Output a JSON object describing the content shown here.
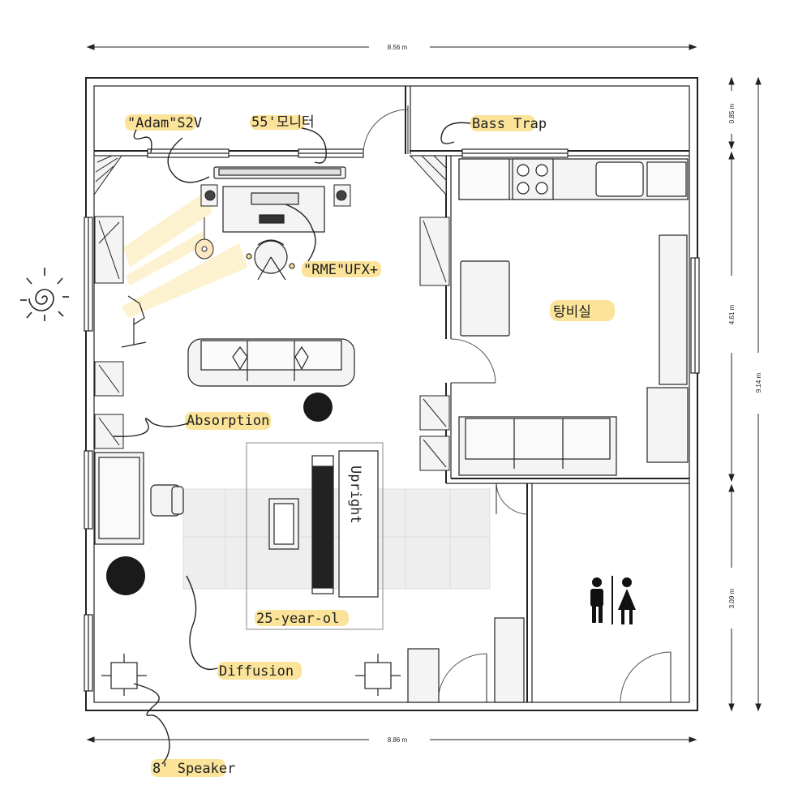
{
  "dimensions": {
    "top": "8.56 m",
    "bottom": "8.86 m",
    "right_upper": "0.85 m",
    "right_middle": "4.61 m",
    "right_lower": "3.09 m",
    "right_total": "9.14 m"
  },
  "annotations": {
    "adam": "\"Adam\"S2V",
    "monitor": "55'모니터",
    "bass_trap": "Bass Trap",
    "rme": "\"RME\"UFX+",
    "kitchen": "탕비실",
    "absorption": "Absorption",
    "upright": "Upright",
    "year": "25-year-ol",
    "diffusion": "Diffusion",
    "speaker": "8' Speaker"
  },
  "colors": {
    "highlight": "#fbe39a",
    "wall": "#222222",
    "furniture_fill": "#f4f4f4",
    "light_beam": "#fdf0c8",
    "rug": "#ececec"
  },
  "icons": [
    "sun-icon",
    "restroom-icon",
    "plant-icon",
    "guitar-icon",
    "chair-icon"
  ]
}
